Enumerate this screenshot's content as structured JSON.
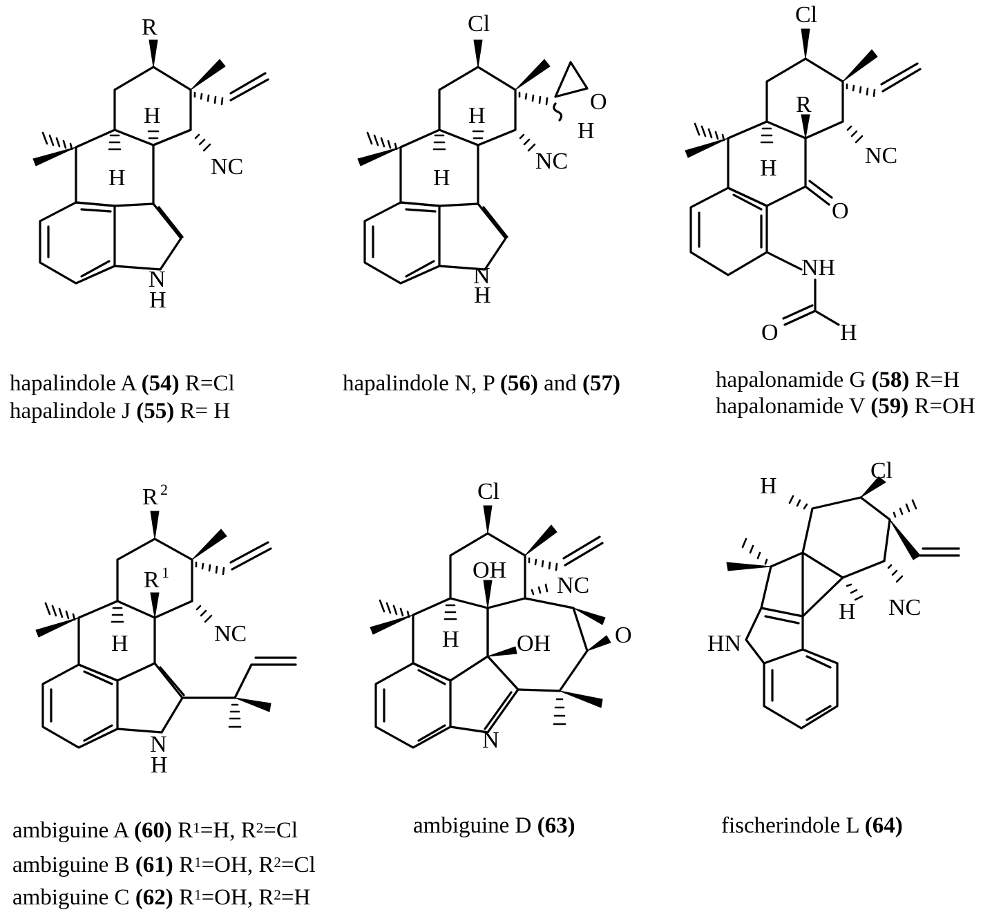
{
  "structures": {
    "s54": {
      "r": "R",
      "h_top": "H",
      "h_bottom": "H",
      "nc": "NC",
      "n": "N",
      "nh": "H"
    },
    "s56": {
      "cl": "Cl",
      "o": "O",
      "h_epox": "H",
      "h_top": "H",
      "h_bottom": "H",
      "nc": "NC",
      "n": "N",
      "nh": "H"
    },
    "s58": {
      "cl": "Cl",
      "r": "R",
      "h_bottom": "H",
      "nc": "NC",
      "o_ketone": "O",
      "nh": "NH",
      "o_formyl": "O",
      "h_formyl": "H"
    },
    "s60": {
      "r2": "R",
      "r2_sup": "2",
      "r1": "R",
      "r1_sup": "1",
      "h_bottom": "H",
      "nc": "NC",
      "n": "N",
      "nh": "H"
    },
    "s63": {
      "cl": "Cl",
      "oh1": "OH",
      "oh2": "OH",
      "nc": "NC",
      "o": "O",
      "h_bottom": "H",
      "n": "N"
    },
    "s64": {
      "cl": "Cl",
      "h_top": "H",
      "h_bottom": "H",
      "nc": "NC",
      "hn": "HN"
    }
  },
  "captions": {
    "c54": {
      "name": "hapalindole A ",
      "num": "(54)",
      "rest": " R=Cl"
    },
    "c55": {
      "name": "hapalindole J ",
      "num": "(55)",
      "rest": " R= H"
    },
    "c56": {
      "name": "hapalindole N, P ",
      "num": "(56)",
      "mid": " and ",
      "num2": "(57)"
    },
    "c58": {
      "name": "hapalonamide G ",
      "num": "(58)",
      "rest": " R=H"
    },
    "c59": {
      "name": "hapalonamide V ",
      "num": "(59)",
      "rest": " R=OH"
    },
    "c60": {
      "name": "ambiguine A ",
      "num": "(60)",
      "r1": " R",
      "s1": "1",
      "v1": "=H, R",
      "s2": "2",
      "v2": "=Cl"
    },
    "c61": {
      "name": "ambiguine B ",
      "num": "(61)",
      "r1": " R",
      "s1": "1",
      "v1": "=OH, R",
      "s2": "2",
      "v2": "=Cl"
    },
    "c62": {
      "name": "ambiguine C ",
      "num": "(62)",
      "r1": " R",
      "s1": "1",
      "v1": "=OH, R",
      "s2": "2",
      "v2": "=H"
    },
    "c63": {
      "name": "ambiguine D ",
      "num": "(63)"
    },
    "c64": {
      "name": "fischerindole L ",
      "num": "(64)"
    }
  }
}
